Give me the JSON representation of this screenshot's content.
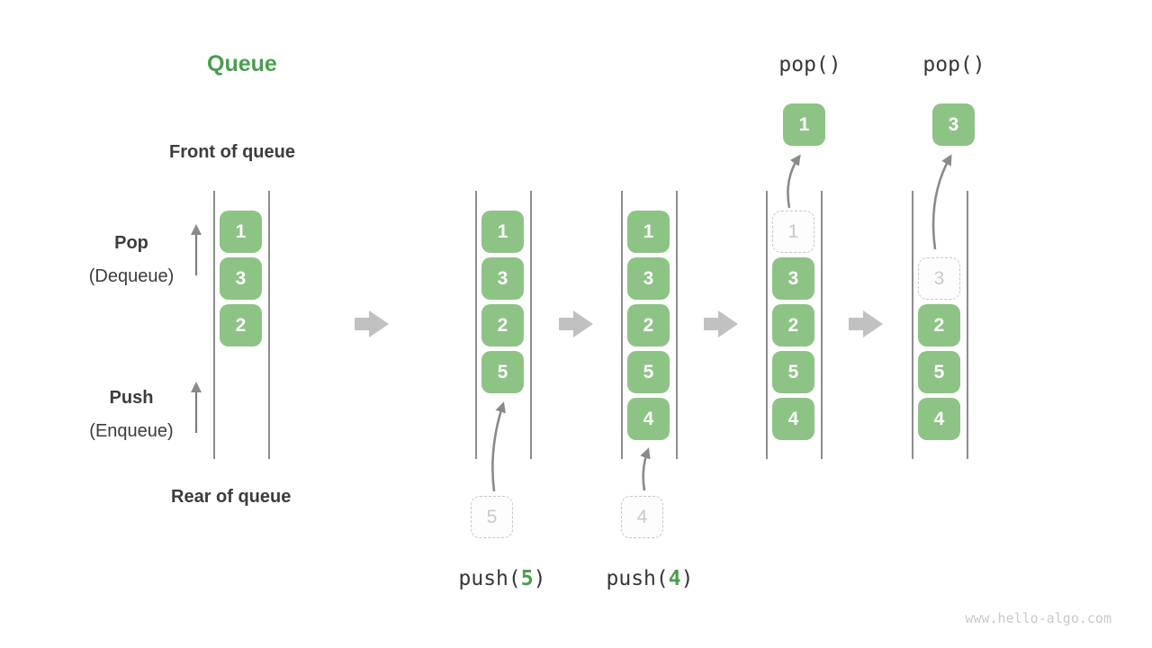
{
  "title": "Queue",
  "watermark": "www.hello-algo.com",
  "colors": {
    "accent_green": "#4a9e4f",
    "box_green": "#8dc385",
    "ghost_gray": "#c9c9c9",
    "arrow_gray": "#8a8a8a",
    "block_arrow_gray": "#c1c1c1",
    "text_dark": "#3c3c3c"
  },
  "side_labels": {
    "front": "Front of queue",
    "rear": "Rear of queue",
    "pop": "Pop",
    "pop_sub": "(Dequeue)",
    "push": "Push",
    "push_sub": "(Enqueue)"
  },
  "states": [
    {
      "cells": [
        "1",
        "3",
        "2"
      ]
    },
    {
      "cells": [
        "1",
        "3",
        "2",
        "5"
      ],
      "incoming": "5",
      "op": {
        "fn": "push(",
        "arg": "5",
        "close": ")"
      }
    },
    {
      "cells": [
        "1",
        "3",
        "2",
        "5",
        "4"
      ],
      "incoming": "4",
      "op": {
        "fn": "push(",
        "arg": "4",
        "close": ")"
      }
    },
    {
      "cells": [
        "3",
        "2",
        "5",
        "4"
      ],
      "ghost": "1",
      "popped": "1",
      "op": "pop()"
    },
    {
      "cells": [
        "2",
        "5",
        "4"
      ],
      "ghost": "3",
      "popped": "3",
      "op": "pop()"
    }
  ]
}
